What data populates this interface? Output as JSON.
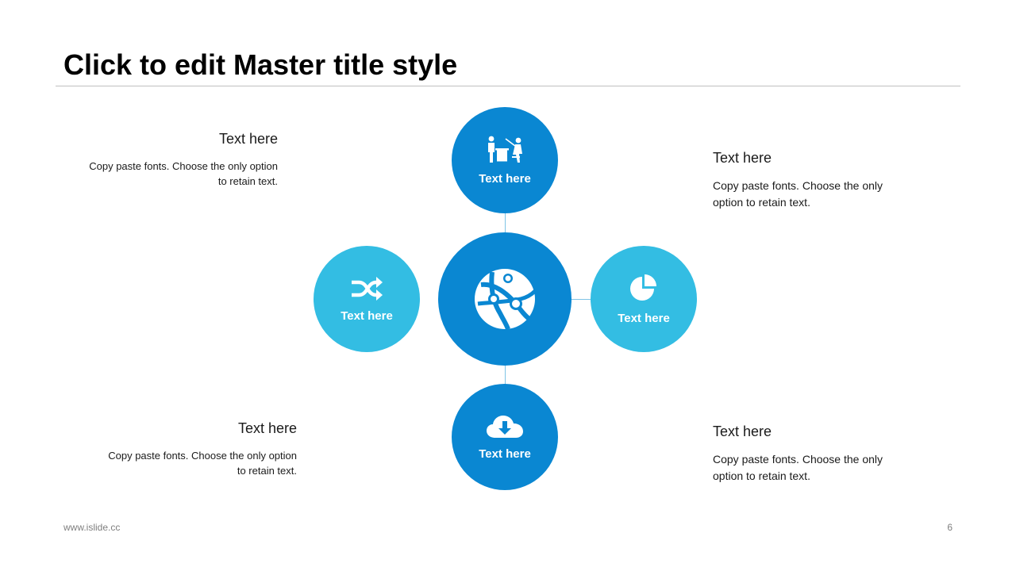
{
  "title": "Click to edit Master title style",
  "diagram": {
    "center": {
      "icon": "globe-network-icon"
    },
    "top": {
      "label": "Text here",
      "icon": "meeting-presentation-icon"
    },
    "left": {
      "label": "Text here",
      "icon": "shuffle-icon"
    },
    "right": {
      "label": "Text here",
      "icon": "pie-chart-icon"
    },
    "bottom": {
      "label": "Text here",
      "icon": "cloud-download-icon"
    }
  },
  "text_blocks": {
    "top_left": {
      "heading": "Text here",
      "body": "Copy paste fonts. Choose the only option to retain text."
    },
    "top_right": {
      "heading": "Text here",
      "body": "Copy paste fonts. Choose the only option to retain text."
    },
    "bottom_left": {
      "heading": "Text here",
      "body": "Copy paste fonts. Choose the only option to retain text."
    },
    "bottom_right": {
      "heading": "Text here",
      "body": "Copy paste fonts. Choose the only option to retain text."
    }
  },
  "colors": {
    "dark_blue": "#0a87d2",
    "light_blue": "#33bde3"
  },
  "footer": {
    "website": "www.islide.cc",
    "page_number": "6"
  }
}
